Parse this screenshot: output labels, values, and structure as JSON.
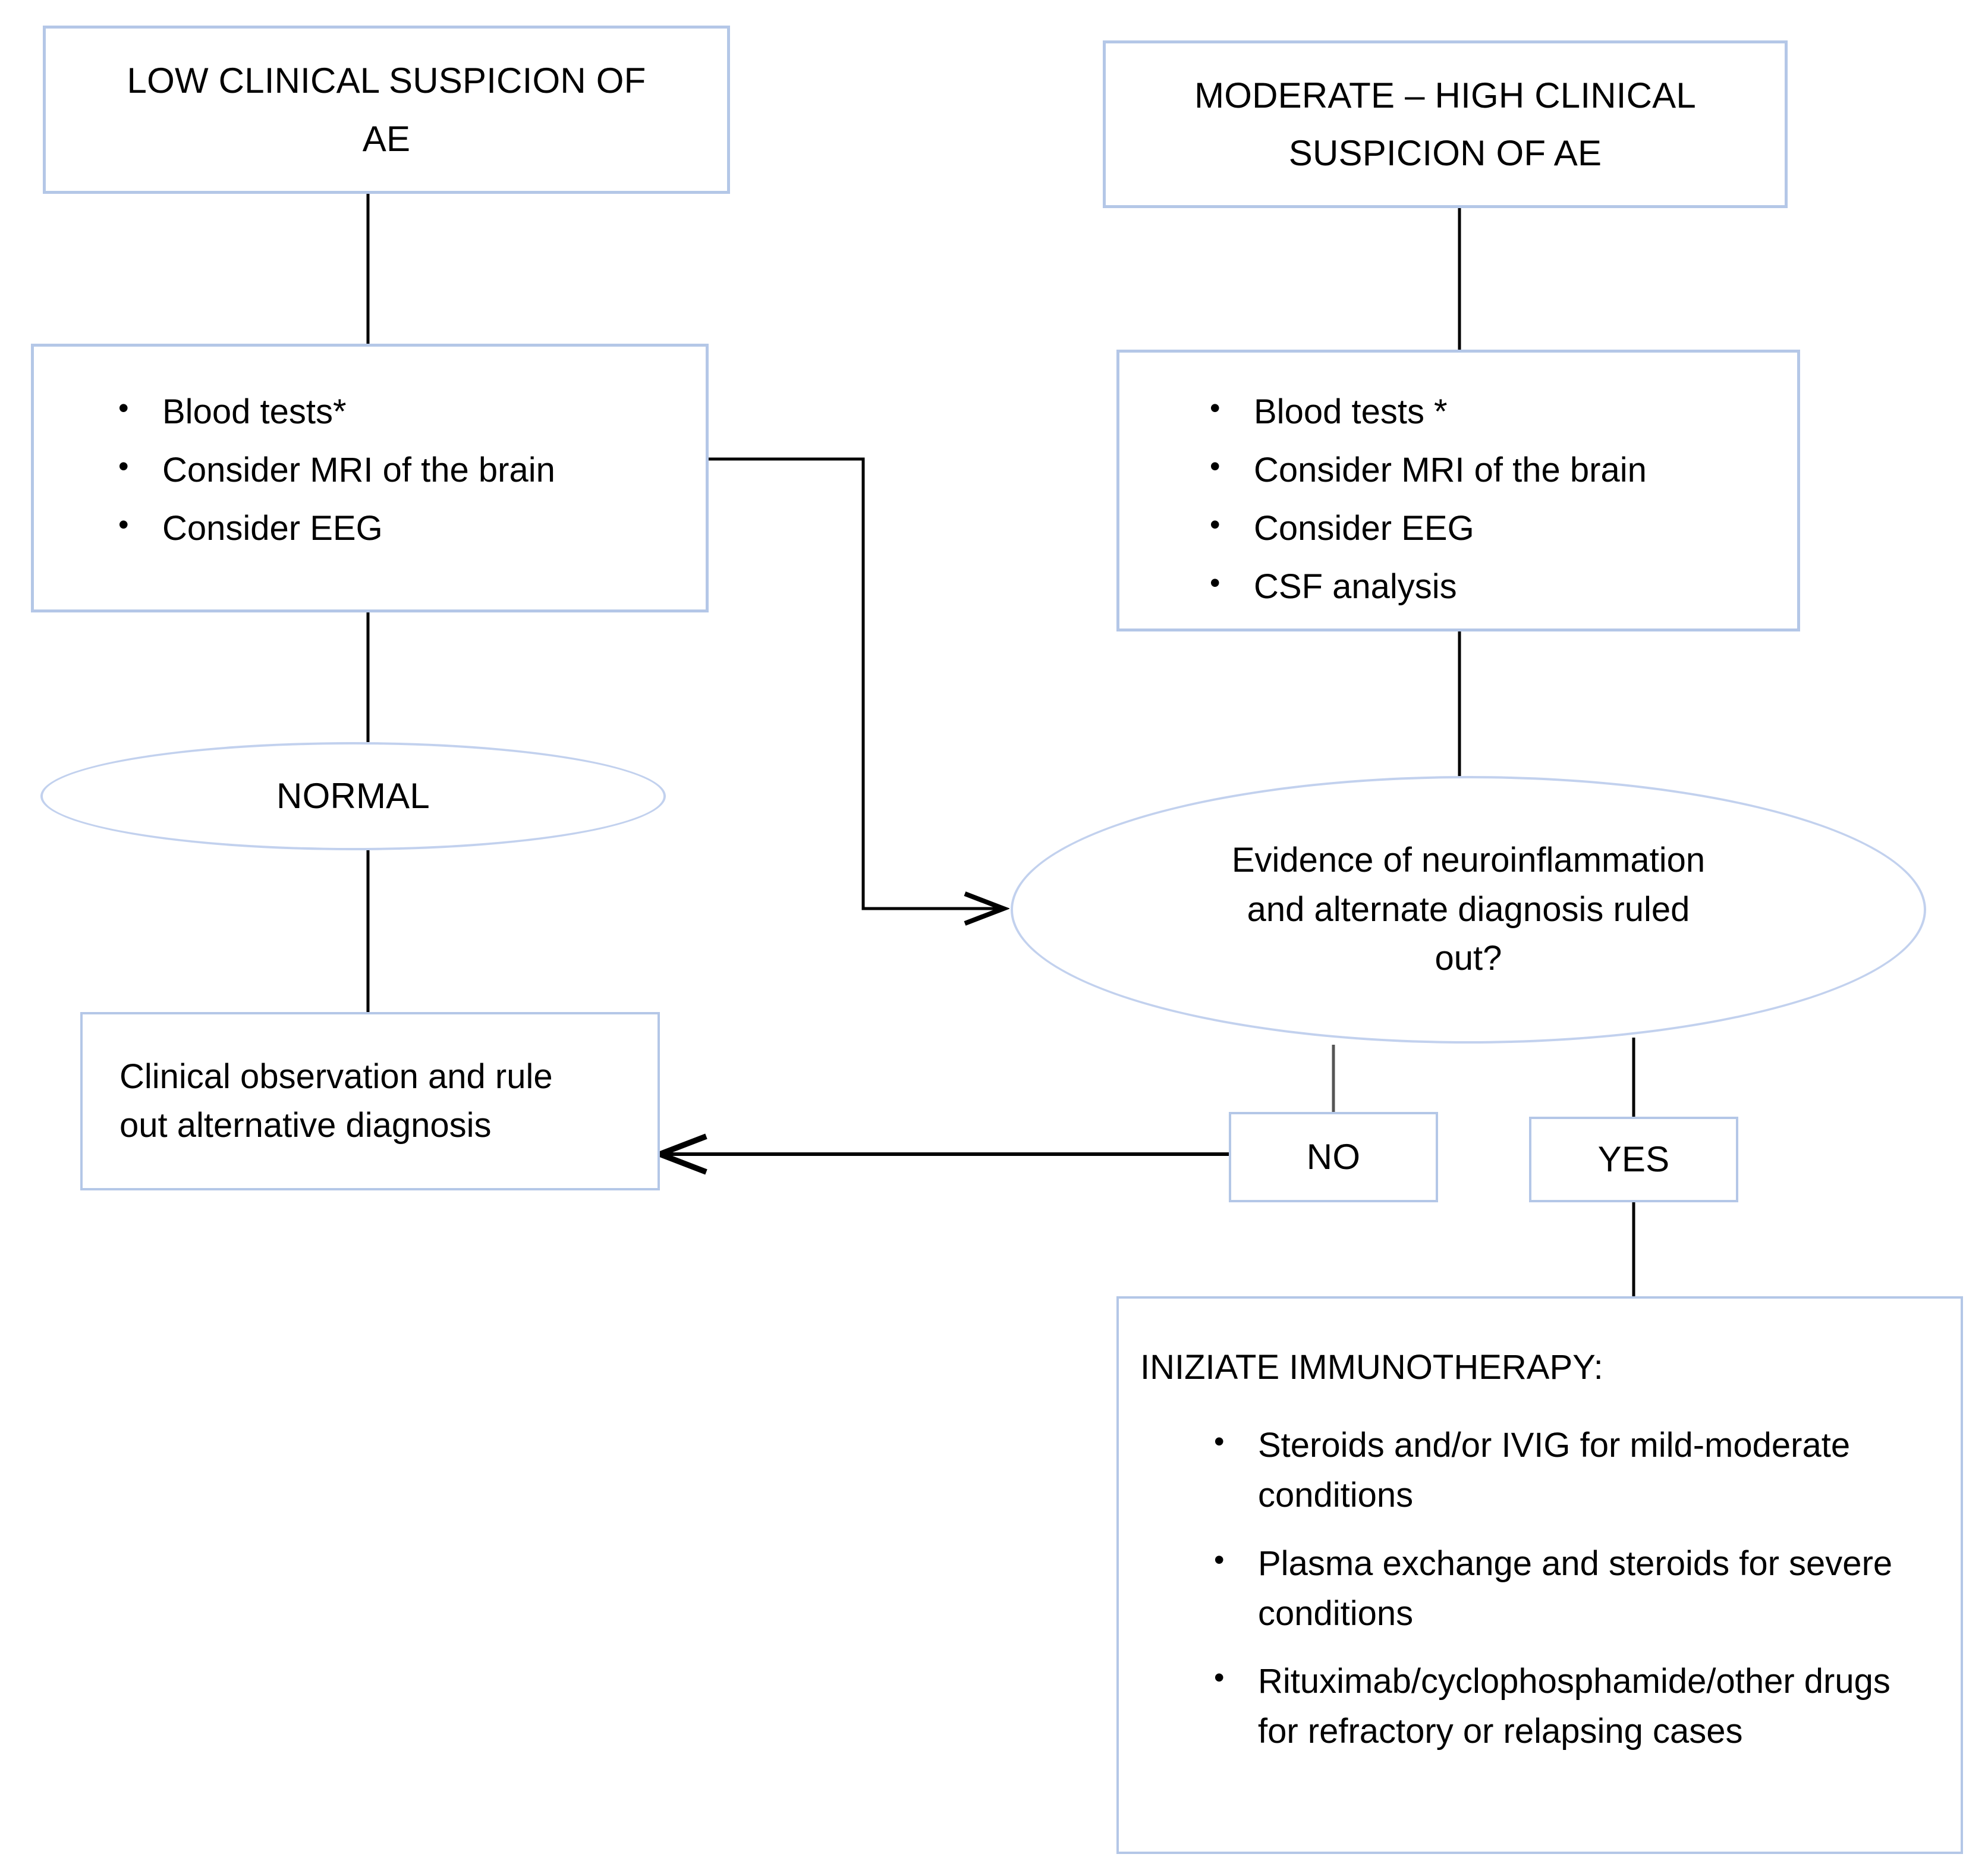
{
  "diagram": {
    "title": "Autoimmune encephalitis diagnostic and treatment flowchart",
    "accent_border_color": "#b4c7e7",
    "ellipse_border_color": "#c2d1ee",
    "connector_color": "#000000",
    "background_color": "#ffffff"
  },
  "nodes": {
    "low_suspicion": {
      "line1": "LOW CLINICAL SUSPICION OF",
      "line2": "AE"
    },
    "moderate_high_suspicion": {
      "line1": "MODERATE – HIGH CLINICAL",
      "line2": "SUSPICION OF AE"
    },
    "low_workup": {
      "bullets": [
        "Blood tests*",
        "Consider MRI of the brain",
        "Consider EEG"
      ]
    },
    "high_workup": {
      "bullets": [
        "Blood tests *",
        "Consider MRI of the brain",
        "Consider EEG",
        "CSF analysis"
      ]
    },
    "normal_ellipse": {
      "label": "NORMAL"
    },
    "decision_ellipse": {
      "line1": "Evidence of neuroinflammation",
      "line2": "and alternate diagnosis ruled",
      "line3": "out?"
    },
    "clinical_observation": {
      "line1": "Clinical observation and rule",
      "line2": "out alternative diagnosis"
    },
    "decision_no": {
      "label": "NO"
    },
    "decision_yes": {
      "label": "YES"
    },
    "immunotherapy": {
      "heading": "INIZIATE IMMUNOTHERAPY:",
      "bullets": [
        "Steroids and/or IVIG for mild-moderate conditions",
        "Plasma exchange and steroids for severe conditions",
        "Rituximab/cyclophosphamide/other drugs for refractory or relapsing cases"
      ]
    }
  }
}
